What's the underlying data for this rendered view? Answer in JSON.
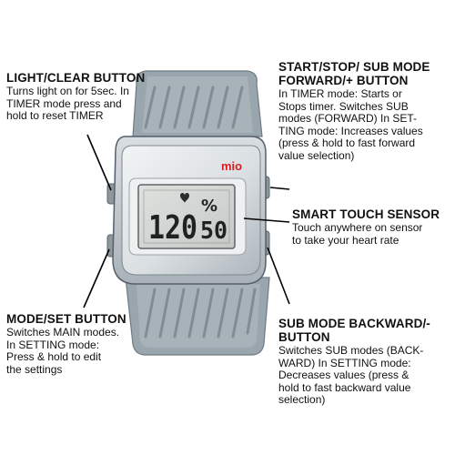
{
  "callouts": {
    "light_clear": {
      "title": "LIGHT/CLEAR BUTTON",
      "desc": "Turns light on for 5sec. In\nTIMER mode press and\nhold to reset TIMER"
    },
    "start_stop": {
      "title": "START/STOP/ SUB MODE\nFORWARD/+ BUTTON",
      "desc": "In TIMER mode: Starts or\nStops timer. Switches SUB\nmodes (FORWARD) In SET-\nTING mode: Increases values\n(press & hold to fast forward\nvalue selection)"
    },
    "smart_touch": {
      "title": "SMART TOUCH SENSOR",
      "desc": "Touch anywhere on sensor\nto take your heart rate"
    },
    "mode_set": {
      "title": "MODE/SET BUTTON",
      "desc": "Switches MAIN modes.\nIn SETTING mode:\nPress & hold to edit\nthe settings"
    },
    "sub_back": {
      "title": "SUB MODE BACKWARD/-\nBUTTON",
      "desc": "Switches SUB modes (BACK-\nWARD) In SETTING mode:\nDecreases values (press &\nhold to fast backward value\nselection)"
    }
  },
  "watch": {
    "brand": "mio",
    "display": {
      "left_value": "120",
      "right_value": "50",
      "percent_symbol": "%",
      "heart_icon": "heart-icon"
    },
    "colors": {
      "strap": "#9aa6ae",
      "strap_groove": "#7f8b94",
      "bezel": "#c9d0d5",
      "face": "#e4e7ea",
      "lcd": "#d3d6d4",
      "brand_red": "#d21f26"
    }
  }
}
